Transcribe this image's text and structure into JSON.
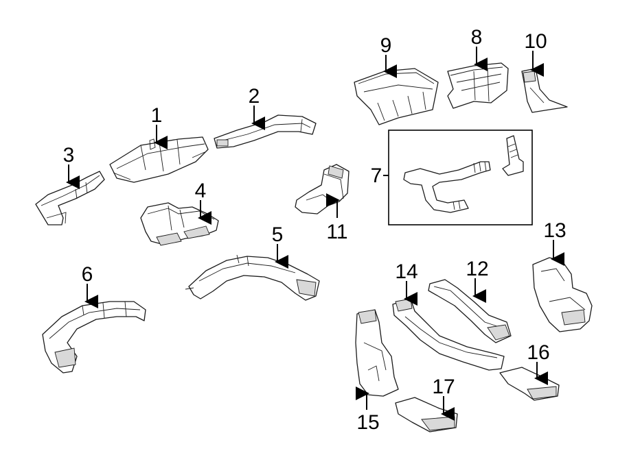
{
  "callouts": {
    "c1": "1",
    "c2": "2",
    "c3": "3",
    "c4": "4",
    "c5": "5",
    "c6": "6",
    "c7": "7",
    "c8": "8",
    "c9": "9",
    "c10": "10",
    "c11": "11",
    "c12": "12",
    "c13": "13",
    "c14": "14",
    "c15": "15",
    "c16": "16",
    "c17": "17"
  },
  "colors": {
    "line": "#000000",
    "part_fill": "#ffffff",
    "shade": "#d9d9d9"
  }
}
